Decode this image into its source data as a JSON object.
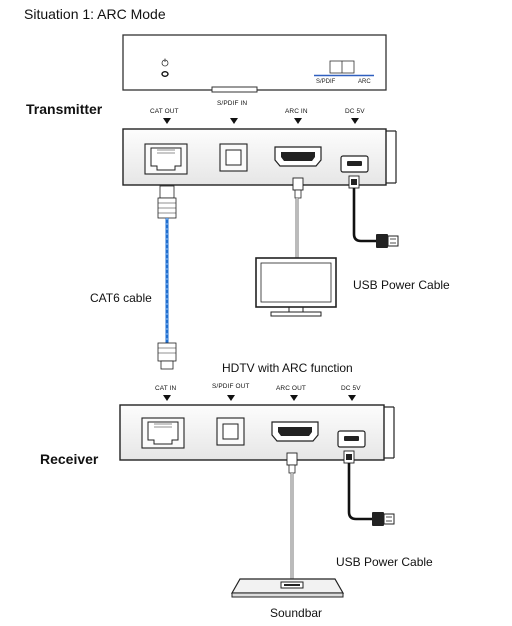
{
  "title": "Situation 1: ARC Mode",
  "transmitter": {
    "label": "Transmitter",
    "ports": {
      "cat": "CAT OUT",
      "spdif": "S/PDIF IN",
      "arc": "ARC IN",
      "dc": "DC 5V"
    },
    "switch": {
      "left": "S/PDIF",
      "right": "ARC"
    }
  },
  "receiver": {
    "label": "Receiver",
    "ports": {
      "cat": "CAT IN",
      "spdif": "S/PDIF OUT",
      "arc": "ARC OUT",
      "dc": "DC 5V"
    }
  },
  "labels": {
    "cat6": "CAT6 cable",
    "usb_top": "USB Power Cable",
    "hdtv": "HDTV with ARC function",
    "usb_bottom": "USB Power Cable",
    "soundbar": "Soundbar"
  }
}
